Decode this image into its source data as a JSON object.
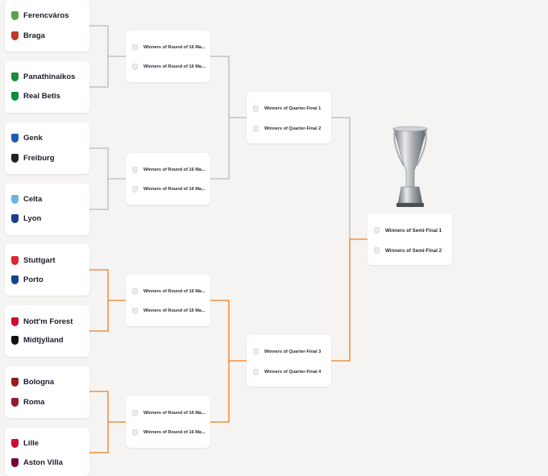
{
  "colors": {
    "upper_connector": "#b9b9b9",
    "lower_connector": "#f07c1b",
    "background": "#f5f4f3",
    "card": "#ffffff"
  },
  "teams": [
    {
      "name": "Ferencváros",
      "crest": "#5aa24a"
    },
    {
      "name": "Braga",
      "crest": "#c0392b"
    },
    {
      "name": "Panathinaikos",
      "crest": "#1f8a3a"
    },
    {
      "name": "Real Betis",
      "crest": "#0b8d3e"
    },
    {
      "name": "Genk",
      "crest": "#1d5db3"
    },
    {
      "name": "Freiburg",
      "crest": "#222222"
    },
    {
      "name": "Celta",
      "crest": "#6cb4e4"
    },
    {
      "name": "Lyon",
      "crest": "#1b3f8b"
    },
    {
      "name": "Stuttgart",
      "crest": "#d8292f"
    },
    {
      "name": "Porto",
      "crest": "#14448f"
    },
    {
      "name": "Nott'm Forest",
      "crest": "#c8102e"
    },
    {
      "name": "Midtjylland",
      "crest": "#111111"
    },
    {
      "name": "Bologna",
      "crest": "#9a1b1e"
    },
    {
      "name": "Roma",
      "crest": "#8e1f2f"
    },
    {
      "name": "Lille",
      "crest": "#c8102e"
    },
    {
      "name": "Aston Villa",
      "crest": "#7a003c"
    }
  ],
  "round_of_16": [
    {
      "slot1": "Winners of Round of 16 Ma...",
      "slot2": "Winners of Round of 16 Ma..."
    },
    {
      "slot1": "Winners of Round of 16 Ma...",
      "slot2": "Winners of Round of 16 Ma..."
    },
    {
      "slot1": "Winners of Round of 16 Ma...",
      "slot2": "Winners of Round of 16 Ma..."
    },
    {
      "slot1": "Winners of Round of 16 Ma...",
      "slot2": "Winners of Round of 16 Ma..."
    }
  ],
  "quarter_finals": [
    {
      "slot1": "Winners of Quarter-Final 1",
      "slot2": "Winners of Quarter-Final 2"
    },
    {
      "slot1": "Winners of Quarter-Final 3",
      "slot2": "Winners of Quarter-Final 4"
    }
  ],
  "final": {
    "slot1": "Winners of Semi-Final 1",
    "slot2": "Winners of Semi-Final 2"
  },
  "trophy_icon": "europa-league-trophy-icon"
}
